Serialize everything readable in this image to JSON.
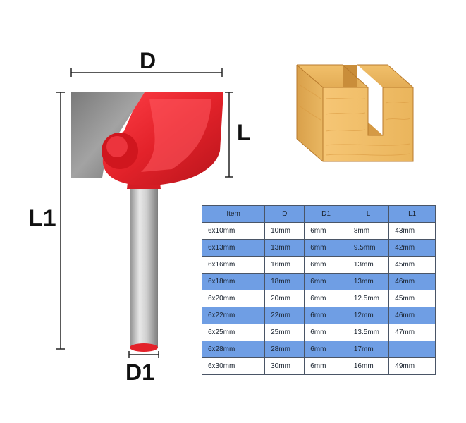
{
  "dimension_labels": {
    "d": "D",
    "l": "L",
    "l1": "L1",
    "d1": "D1"
  },
  "colors": {
    "table_header": "#6f9ee4",
    "cutter_red": "#e3222a",
    "blade_grey": "#8d8d8d",
    "shank_silver": "#c7c7c7",
    "wood": "#f0bf6a"
  },
  "table": {
    "headers": [
      "Item",
      "D",
      "D1",
      "L",
      "L1"
    ],
    "rows": [
      [
        "6x10mm",
        "10mm",
        "6mm",
        "8mm",
        "43mm"
      ],
      [
        "6x13mm",
        "13mm",
        "6mm",
        "9.5mm",
        "42mm"
      ],
      [
        "6x16mm",
        "16mm",
        "6mm",
        "13mm",
        "45mm"
      ],
      [
        "6x18mm",
        "18mm",
        "6mm",
        "13mm",
        "46mm"
      ],
      [
        "6x20mm",
        "20mm",
        "6mm",
        "12.5mm",
        "45mm"
      ],
      [
        "6x22mm",
        "22mm",
        "6mm",
        "12mm",
        "46mm"
      ],
      [
        "6x25mm",
        "25mm",
        "6mm",
        "13.5mm",
        "47mm"
      ],
      [
        "6x28mm",
        "28mm",
        "6mm",
        "17mm",
        ""
      ],
      [
        "6x30mm",
        "30mm",
        "6mm",
        "16mm",
        "49mm"
      ]
    ]
  }
}
